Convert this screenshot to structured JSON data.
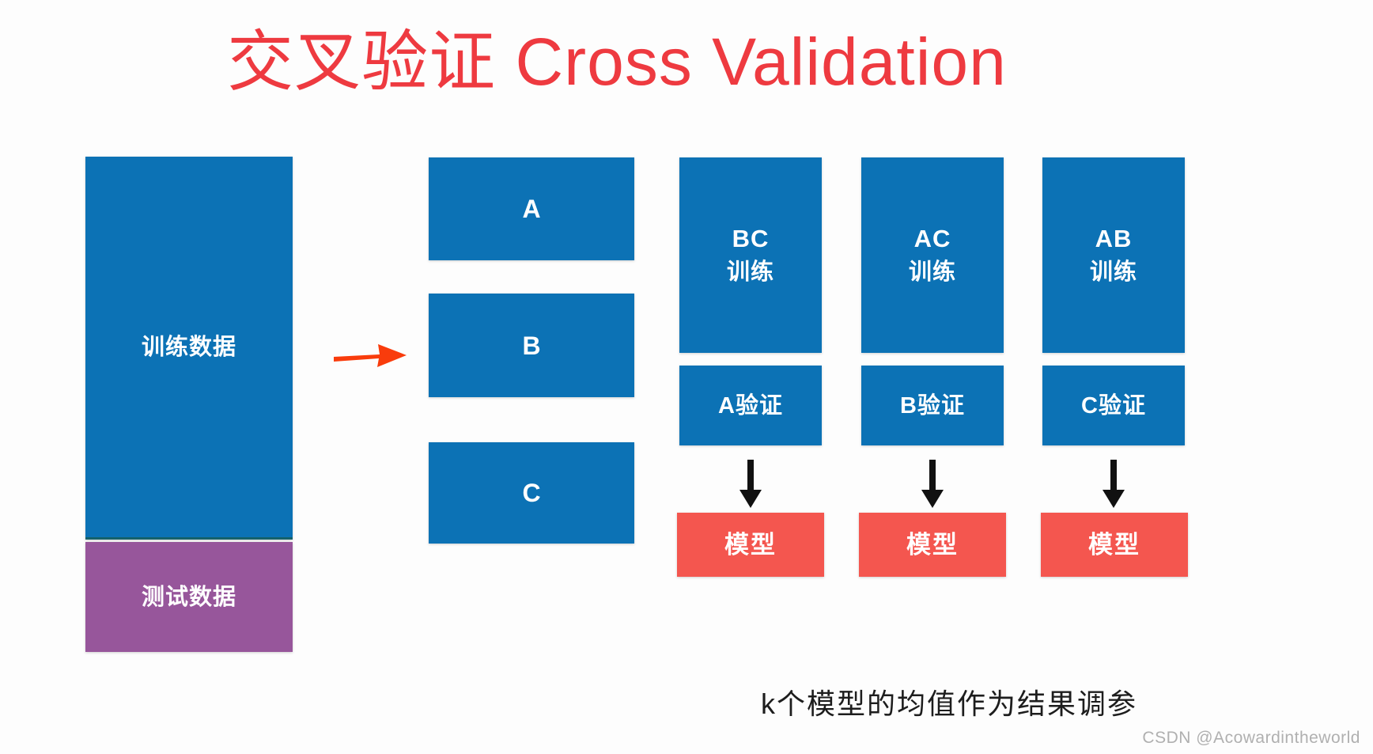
{
  "title": "交叉验证 Cross Validation",
  "colors": {
    "title_red": "#ee3a40",
    "blue": "#0c72b5",
    "purple": "#97569b",
    "model_red": "#f4564f",
    "divider_teal": "#15626c",
    "split_arrow_orange": "#f93c0c",
    "flow_arrow_black": "#111111",
    "background": "#fdfdfd",
    "watermark_gray": "#b0b0b0"
  },
  "dataset": {
    "train_label": "训练数据",
    "test_label": "测试数据"
  },
  "split_arrow": {
    "icon": "right-arrow-icon"
  },
  "folds": [
    {
      "label": "A"
    },
    {
      "label": "B"
    },
    {
      "label": "C"
    }
  ],
  "experiments": [
    {
      "train_sets": "BC",
      "train_word": "训练",
      "validation": "A验证",
      "arrow_icon": "down-arrow-icon",
      "model": "模型"
    },
    {
      "train_sets": "AC",
      "train_word": "训练",
      "validation": "B验证",
      "arrow_icon": "down-arrow-icon",
      "model": "模型"
    },
    {
      "train_sets": "AB",
      "train_word": "训练",
      "validation": "C验证",
      "arrow_icon": "down-arrow-icon",
      "model": "模型"
    }
  ],
  "caption": "k个模型的均值作为结果调参",
  "watermark": "CSDN @Acowardintheworld"
}
